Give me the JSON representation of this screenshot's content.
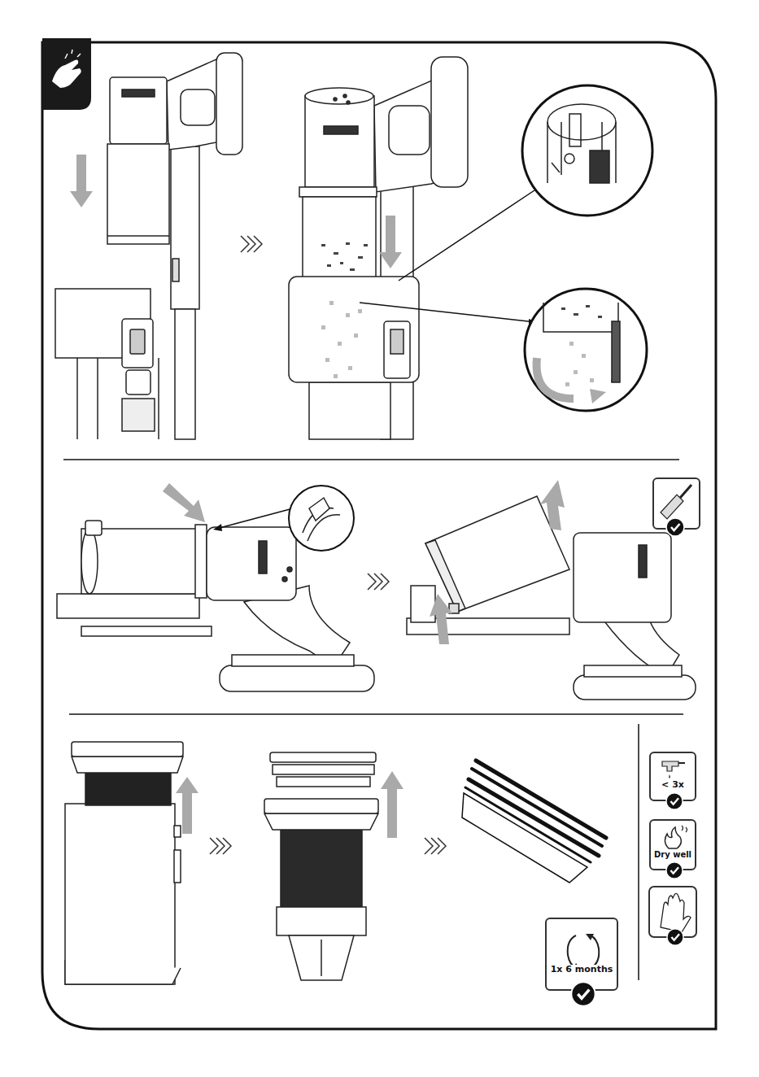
{
  "diagram": {
    "nodes": [
      {
        "text": [
          "< 3x"
        ]
      },
      {
        "text": [
          "Dry well"
        ]
      },
      {
        "text": [
          "1x 6 months"
        ]
      }
    ]
  }
}
